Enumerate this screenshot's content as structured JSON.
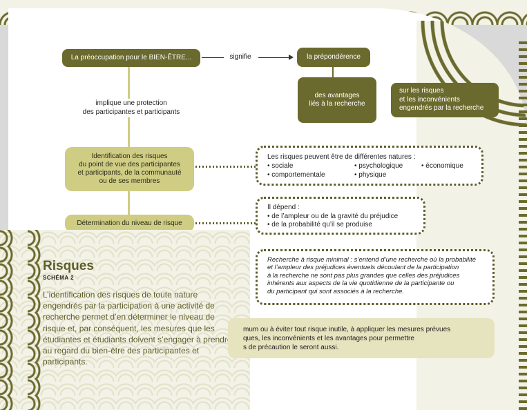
{
  "nodes": {
    "wellbeing": "La préoccupation pour le BIEN-ÊTRE...",
    "signifie": "signifie",
    "preponderance": "la prépondérence",
    "advantages_line1": "des avantages",
    "advantages_line2": "liés à la recherche",
    "risks_line1": "sur les risques",
    "risks_line2": "et les inconvénients",
    "risks_line3": "engendrés par la recherche",
    "implique_line1": "implique une protection",
    "implique_line2": "des participantes et participants",
    "identification_line1": "Identification des risques",
    "identification_line2": "du point de vue des participantes",
    "identification_line3": "et participants, de la communauté",
    "identification_line4": "ou de ses membres",
    "determination": "Détermination du niveau de risque"
  },
  "natures": {
    "heading": "Les risques peuvent être de différentes natures :",
    "items": [
      "• sociale",
      "• psychologique",
      "• économique",
      "• comportementale",
      "• physique"
    ]
  },
  "depend": {
    "heading": "Il dépend :",
    "item1": "• de l’ampleur ou de la gravité du préjudice",
    "item2": "• de la probabilité qu’il se produise"
  },
  "minimal": {
    "line1": "Recherche à risque minimal : s’entend d’une recherche où la probabilité",
    "line2": "et l’ampleur des préjudices éventuels découlant de la participation",
    "line3": "à la recherche ne sont pas plus grandes que celles des préjudices",
    "line4": "inhérents aux aspects de la vie quotidienne de la participante ou",
    "line5": "du participant qui sont associés à la recherche."
  },
  "bottom": {
    "line1": "mum ou à éviter tout risque inutile, à appliquer les mesures prévues",
    "line2": "ques, les inconvénients et les avantages pour permettre",
    "line3": "s de précaution le seront aussi."
  },
  "panel": {
    "title": "Risques",
    "subtitle": "SCHÉMA 2",
    "paragraph": "L’identification des risques de toute nature engendrés par la participation à une activité de recherche permet d’en déterminer le niveau de risque et, par conséquent, les mesures que les étudiantes et étudiants doivent s’engager à prendre au regard du bien-être des participantes et participants."
  },
  "colors": {
    "dark_olive": "#6b6a2e",
    "light_olive": "#cfcc84",
    "pale": "#e6e3bf"
  }
}
